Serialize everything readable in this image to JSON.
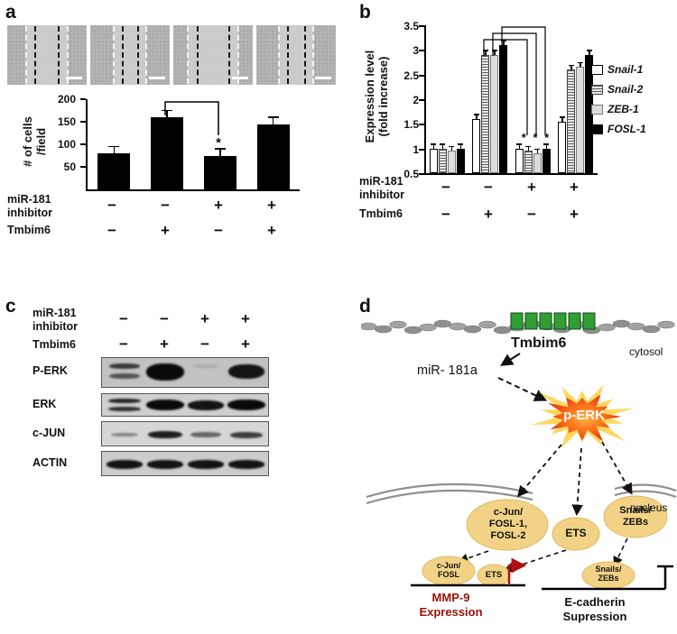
{
  "panel_letters": {
    "a": "a",
    "b": "b",
    "c": "c",
    "d": "d"
  },
  "panel_a": {
    "ylabel": "# of cells\n/field",
    "yticks": [
      "200",
      "150",
      "100",
      "50"
    ],
    "sig_star": "*",
    "conditions": [
      {
        "label_line1": "miR-181",
        "label_line2": "inhibitor",
        "signs": [
          "−",
          "−",
          "+",
          "+"
        ]
      },
      {
        "label_line1": "Tmbim6",
        "label_line2": "",
        "signs": [
          "−",
          "+",
          "−",
          "+"
        ]
      }
    ]
  },
  "panel_b": {
    "ylabel": "Expression level\n(fold increase)",
    "yticks": [
      "3.5",
      "3",
      "2.5",
      "2",
      "1.5",
      "1",
      "0.5"
    ],
    "stars": "* * *",
    "legend": [
      {
        "label": "Snail-1",
        "swatch": "white"
      },
      {
        "label": "Snail-2",
        "swatch": "stripes"
      },
      {
        "label": "ZEB-1",
        "swatch": "lightgray"
      },
      {
        "label": "FOSL-1",
        "swatch": "black"
      }
    ],
    "conditions": [
      {
        "label_line1": "miR-181",
        "label_line2": "inhibitor",
        "signs": [
          "−",
          "−",
          "+",
          "+"
        ]
      },
      {
        "label_line1": "Tmbim6",
        "label_line2": "",
        "signs": [
          "−",
          "+",
          "−",
          "+"
        ]
      }
    ]
  },
  "chart_data": [
    {
      "type": "bar",
      "panel": "a",
      "title": "",
      "categories": [
        "miR-181 inh − / Tmbim6 −",
        "miR-181 inh − / Tmbim6 +",
        "miR-181 inh + / Tmbim6 −",
        "miR-181 inh + / Tmbim6 +"
      ],
      "values": [
        80,
        160,
        75,
        145
      ],
      "xlabel": "",
      "ylabel": "# of cells /field",
      "ylim": [
        0,
        200
      ],
      "yticks": [
        50,
        100,
        150,
        200
      ],
      "bar_color": "#000000",
      "annotations": [
        "bracket between bars 2 and 3",
        "* above bar 3"
      ]
    },
    {
      "type": "bar",
      "panel": "b",
      "title": "",
      "categories": [
        "miR-181 inh − / Tmbim6 −",
        "miR-181 inh − / Tmbim6 +",
        "miR-181 inh + / Tmbim6 −",
        "miR-181 inh + / Tmbim6 +"
      ],
      "series": [
        {
          "name": "Snail-1",
          "values": [
            1.0,
            1.6,
            1.0,
            1.55
          ]
        },
        {
          "name": "Snail-2",
          "values": [
            1.0,
            2.9,
            0.95,
            2.6
          ]
        },
        {
          "name": "ZEB-1",
          "values": [
            0.95,
            2.9,
            0.9,
            2.65
          ]
        },
        {
          "name": "FOSL-1",
          "values": [
            1.0,
            3.1,
            1.0,
            2.9
          ]
        }
      ],
      "xlabel": "",
      "ylabel": "Expression level (fold increase)",
      "ylim": [
        0.5,
        3.5
      ],
      "yticks": [
        0.5,
        1,
        1.5,
        2,
        2.5,
        3,
        3.5
      ],
      "legend_position": "right",
      "annotations": [
        "significance brackets from group 2 bars to group 3 bars",
        "* * * above group 3 bars"
      ]
    }
  ],
  "panel_c": {
    "conditions": [
      {
        "label_line1": "miR-181",
        "label_line2": "inhibitor",
        "signs": [
          "−",
          "−",
          "+",
          "+"
        ]
      },
      {
        "label_line1": "Tmbim6",
        "label_line2": "",
        "signs": [
          "−",
          "+",
          "−",
          "+"
        ]
      }
    ],
    "blots": [
      {
        "label": "P-ERK",
        "bands": [
          [
            {
              "dy": -8,
              "h": 6,
              "w": 34,
              "o": 0.75
            },
            {
              "dy": 3,
              "h": 6,
              "w": 34,
              "o": 0.6
            }
          ],
          [
            {
              "dy": -2,
              "h": 19,
              "w": 42,
              "o": 1
            }
          ],
          [
            {
              "dy": -8,
              "h": 4,
              "w": 28,
              "o": 0.12
            }
          ],
          [
            {
              "dy": -2,
              "h": 16,
              "w": 40,
              "o": 0.95
            }
          ]
        ]
      },
      {
        "label": "ERK",
        "bands": [
          [
            {
              "dy": -6,
              "h": 5,
              "w": 36,
              "o": 0.85
            },
            {
              "dy": 3,
              "h": 5,
              "w": 36,
              "o": 0.8
            }
          ],
          [
            {
              "dy": -1,
              "h": 12,
              "w": 42,
              "o": 1
            }
          ],
          [
            {
              "dy": -1,
              "h": 11,
              "w": 40,
              "o": 0.95
            }
          ],
          [
            {
              "dy": -1,
              "h": 12,
              "w": 42,
              "o": 1
            }
          ]
        ]
      },
      {
        "label": "c-JUN",
        "bands": [
          [
            {
              "dy": 0,
              "h": 4,
              "w": 30,
              "o": 0.4
            }
          ],
          [
            {
              "dy": 0,
              "h": 8,
              "w": 38,
              "o": 0.9
            }
          ],
          [
            {
              "dy": 0,
              "h": 6,
              "w": 34,
              "o": 0.55
            }
          ],
          [
            {
              "dy": 0,
              "h": 7,
              "w": 36,
              "o": 0.75
            }
          ]
        ]
      },
      {
        "label": "ACTIN",
        "bands": [
          [
            {
              "dy": 0,
              "h": 10,
              "w": 40,
              "o": 0.95
            }
          ],
          [
            {
              "dy": 0,
              "h": 10,
              "w": 40,
              "o": 0.95
            }
          ],
          [
            {
              "dy": 0,
              "h": 10,
              "w": 40,
              "o": 0.95
            }
          ],
          [
            {
              "dy": 0,
              "h": 10,
              "w": 40,
              "o": 0.95
            }
          ]
        ]
      }
    ]
  },
  "panel_d": {
    "tmbim6": "Tmbim6",
    "cytosol": "cytosol",
    "mir": "miR- 181a",
    "perk": "p-ERK",
    "nucleus": "nucleus",
    "tf1": "c-Jun/\nFOSL-1,\nFOSL-2",
    "tf2": "ETS",
    "tf3": "Snails/\nZEBs",
    "tf1_small": "c-Jun/\nFOSL",
    "tf2_small": "ETS",
    "tf3_small": "Snails/\nZEBs",
    "mmp": "MMP-9\nExpression",
    "ecad": "E-cadherin\nSupression",
    "colors": {
      "tmbim6_green": "#2f9e33",
      "star_orange": "#ff7a1e",
      "oval_tan": "#f2d286",
      "mmp_red": "#9c1006"
    }
  }
}
